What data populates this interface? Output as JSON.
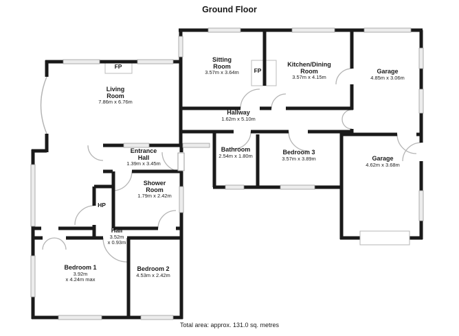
{
  "title": "Ground Floor",
  "footer": "Total area: approx. 131.0 sq. metres",
  "rooms": {
    "living_room": {
      "name": "Living\nRoom",
      "dims": "7.86m x 6.76m"
    },
    "sitting_room": {
      "name": "Sitting\nRoom",
      "dims": "3.57m x 3.64m"
    },
    "kitchen_dining": {
      "name": "Kitchen/Dining\nRoom",
      "dims": "3.57m x 4.15m"
    },
    "garage_top": {
      "name": "Garage",
      "dims": "4.85m x 3.06m"
    },
    "garage_side": {
      "name": "Garage",
      "dims": "4.62m x 3.68m"
    },
    "hallway": {
      "name": "Hallway",
      "dims": "1.62m x 5.10m"
    },
    "bathroom": {
      "name": "Bathroom",
      "dims": "2.54m x 1.80m"
    },
    "bedroom3": {
      "name": "Bedroom 3",
      "dims": "3.57m x 3.89m"
    },
    "entrance_hall": {
      "name": "Entrance\nHall",
      "dims": "1.39m x 3.45m"
    },
    "shower_room": {
      "name": "Shower\nRoom",
      "dims": "1.79m x 2.42m"
    },
    "hall": {
      "name": "Hall",
      "dims": "3.52m\nx 0.93m"
    },
    "bedroom1": {
      "name": "Bedroom 1",
      "dims": "3.92m\nx 4.24m max"
    },
    "bedroom2": {
      "name": "Bedroom 2",
      "dims": "4.53m x 2.42m"
    }
  },
  "annotations": {
    "fireplace_living": "FP",
    "fireplace_sitting": "FP",
    "hot_press": "HP"
  },
  "colors": {
    "wall": "#1a1a1a",
    "window_fill": "#ececec",
    "window_stroke": "#9a9a9a",
    "door_arc": "#b4b4b4",
    "background": "#ffffff"
  }
}
